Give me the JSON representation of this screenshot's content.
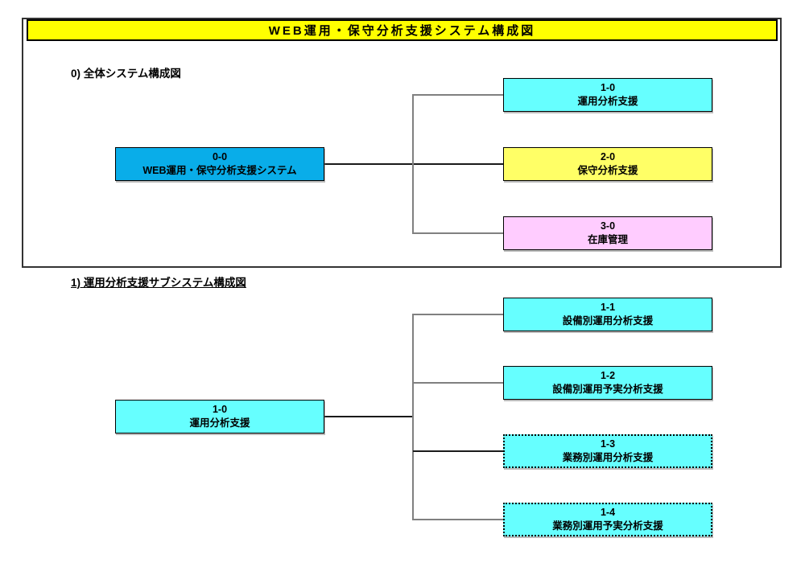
{
  "title": "WEB運用・保守分析支援システム構成図",
  "sections": [
    {
      "heading": "0) 全体システム構成図",
      "root": {
        "code": "0-0",
        "label": "WEB運用・保守分析支援システム"
      },
      "children": [
        {
          "code": "1-0",
          "label": "運用分析支援"
        },
        {
          "code": "2-0",
          "label": "保守分析支援"
        },
        {
          "code": "3-0",
          "label": "在庫管理"
        }
      ]
    },
    {
      "heading": "1) 運用分析支援サブシステム構成図",
      "root": {
        "code": "1-0",
        "label": "運用分析支援"
      },
      "children": [
        {
          "code": "1-1",
          "label": "設備別運用分析支援"
        },
        {
          "code": "1-2",
          "label": "設備別運用予実分析支援"
        },
        {
          "code": "1-3",
          "label": "業務別運用分析支援"
        },
        {
          "code": "1-4",
          "label": "業務別運用予実分析支援"
        }
      ]
    }
  ],
  "colors": {
    "title_bar_bg": "#ffff00",
    "root_node_blue": "#09ade9",
    "node_cyan": "#66ffff",
    "node_yellow": "#ffff66",
    "node_pink": "#ffccff",
    "connector_gray": "#808080",
    "connector_black": "#1a1a1a"
  }
}
